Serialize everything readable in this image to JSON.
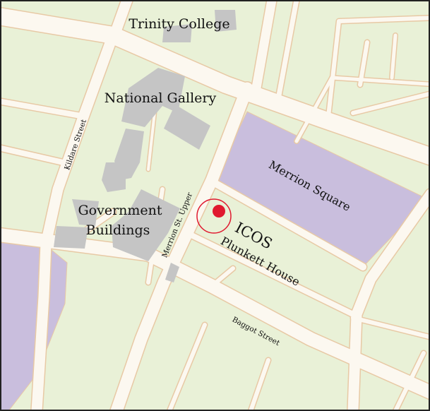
{
  "colors": {
    "land": "#e9f1d7",
    "street": "#fcf8f0",
    "street_edge": "#e8c9a5",
    "building": "#c5c5c5",
    "park": "#c9bedd",
    "marker": "#e0192f",
    "border": "#222222"
  },
  "places": {
    "trinity_college": "Trinity College",
    "national_gallery": "National Gallery",
    "merrion_square": "Merrion Square",
    "government_buildings_line1": "Government",
    "government_buildings_line2": "Buildings",
    "icos": "ICOS",
    "plunkett_house": "Plunkett House"
  },
  "streets": {
    "kildare_street": "Kildare Street",
    "merrion_st_upper": "Merrion St. Upper",
    "baggot_street": "Baggot Street"
  },
  "marker": {
    "icon": "location-pin-icon"
  }
}
